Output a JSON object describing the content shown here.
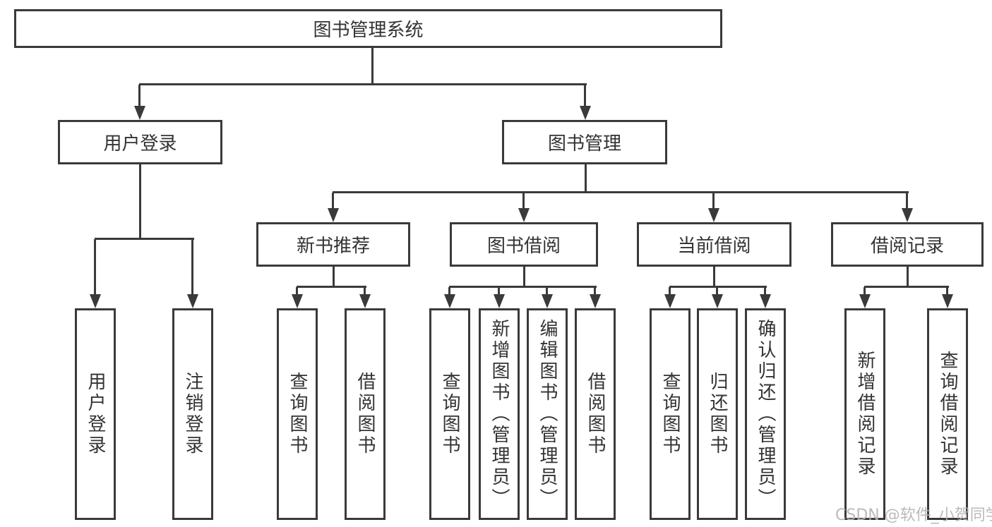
{
  "colors": {
    "background": "#ffffff",
    "line": "#3a3a3a",
    "text": "#333333",
    "watermark": "#b5b5b5"
  },
  "tree": {
    "label": "图书管理系统",
    "children": [
      {
        "label": "用户登录",
        "children": [
          {
            "label": "用户登录"
          },
          {
            "label": "注销登录"
          }
        ]
      },
      {
        "label": "图书管理",
        "children": [
          {
            "label": "新书推荐",
            "children": [
              {
                "label": "查询图书"
              },
              {
                "label": "借阅图书"
              }
            ]
          },
          {
            "label": "图书借阅",
            "children": [
              {
                "label": "查询图书"
              },
              {
                "label": "新增图书（管理员）"
              },
              {
                "label": "编辑图书（管理员）"
              },
              {
                "label": "借阅图书"
              }
            ]
          },
          {
            "label": "当前借阅",
            "children": [
              {
                "label": "查询图书"
              },
              {
                "label": "归还图书"
              },
              {
                "label": "确认归还（管理员）"
              }
            ]
          },
          {
            "label": "借阅记录",
            "children": [
              {
                "label": "新增借阅记录"
              },
              {
                "label": "查询借阅记录"
              }
            ]
          }
        ]
      }
    ]
  },
  "watermark": {
    "text": "CSDN @软件_小贺同学"
  }
}
